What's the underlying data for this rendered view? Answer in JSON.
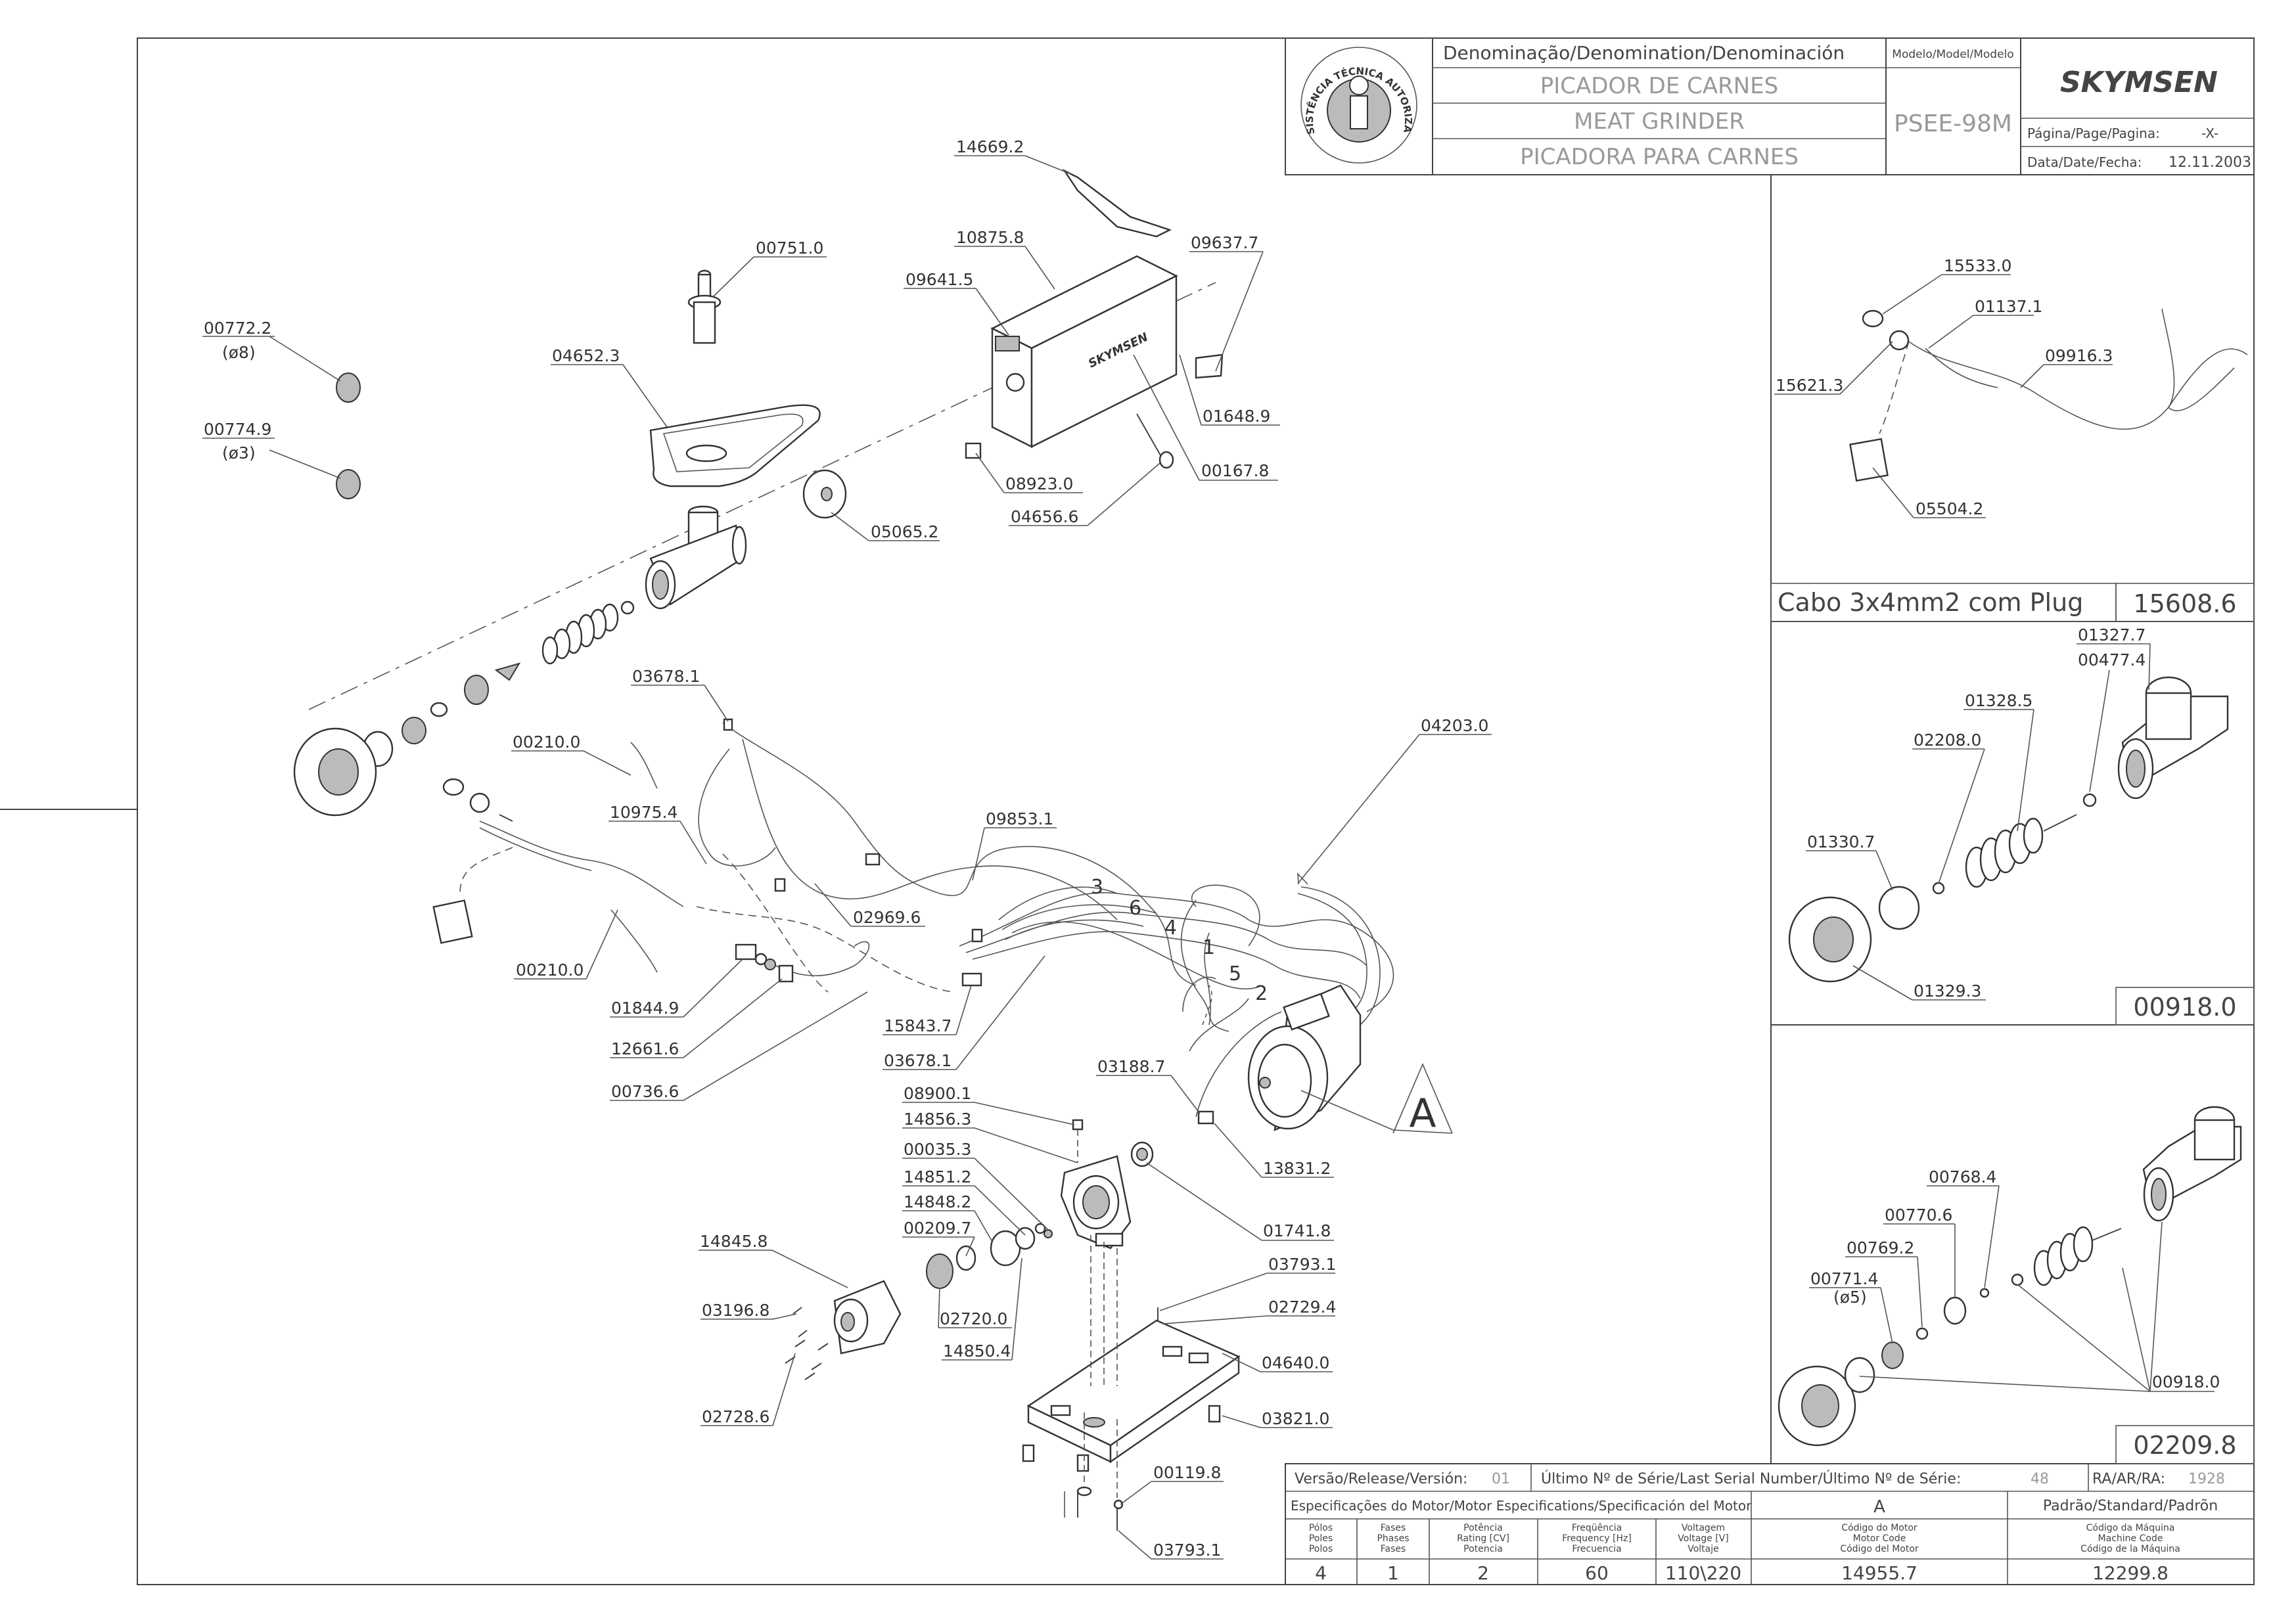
{
  "title_block": {
    "denomination_header": "Denominação/Denomination/Denominación",
    "name_pt": "PICADOR DE CARNES",
    "name_en": "MEAT GRINDER",
    "name_es": "PICADORA  PARA CARNES",
    "model_header": "Modelo/Model/Modelo",
    "model": "PSEE-98M",
    "brand": "SKYMSEN",
    "page_label": "Página/Page/Pagina:",
    "page_value": "-X-",
    "date_label": "Data/Date/Fecha:",
    "date_value": "12.11.2003",
    "seal_text": "ASSISTÊNCIA TÉCNICA AUTORIZADA"
  },
  "bottom_table": {
    "version_label": "Versão/Release/Versión:",
    "version_value": "01",
    "serial_label": "Último Nº de Série/Last Serial Number/Último Nº de Série:",
    "serial_value": "48",
    "ra_label": "RA/AR/RA:",
    "ra_value": "1928",
    "motor_spec_label": "Especificações do Motor/Motor Especifications/Specificación del Motor",
    "motor_col_a": "A",
    "standard_label": "Padrão/Standard/Padrõn",
    "headers": [
      [
        "Pólos",
        "Poles",
        "Polos"
      ],
      [
        "Fases",
        "Phases",
        "Fases"
      ],
      [
        "Potência",
        "Rating [CV]",
        "Potencia"
      ],
      [
        "Freqüência",
        "Frequency [Hz]",
        "Frecuencia"
      ],
      [
        "Voltagem",
        "Voltage [V]",
        "Voltaje"
      ],
      [
        "Código do Motor",
        "Motor Code",
        "Código del Motor"
      ],
      [
        "Código da Máquina",
        "Machine Code",
        "Código de la Máquina"
      ]
    ],
    "values": [
      "4",
      "1",
      "2",
      "60",
      "110\\220",
      "14955.7",
      "12299.8"
    ]
  },
  "panels": {
    "cable_title": "Cabo 3x4mm2 com Plug",
    "cable_code": "15608.6",
    "kit1_code": "00918.0",
    "kit2_code": "02209.8"
  },
  "motor_letter": "A",
  "wire_numbers": [
    "3",
    "6",
    "4",
    "1",
    "5",
    "2"
  ],
  "labels": {
    "p14669_2": "14669.2",
    "p10875_8": "10875.8",
    "p09637_7": "09637.7",
    "p09641_5": "09641.5",
    "p00751_0": "00751.0",
    "p00772_2": "00772.2",
    "p00772_2_sub": "(ø8)",
    "p00774_9": "00774.9",
    "p00774_9_sub": "(ø3)",
    "p04652_3": "04652.3",
    "p01648_9": "01648.9",
    "p00167_8": "00167.8",
    "p08923_0": "08923.0",
    "p04656_6": "04656.6",
    "p05065_2": "05065.2",
    "p03678_1a": "03678.1",
    "p00210_0a": "00210.0",
    "p10975_4": "10975.4",
    "p09853_1": "09853.1",
    "p02969_6": "02969.6",
    "p00210_0b": "00210.0",
    "p01844_9": "01844.9",
    "p12661_6": "12661.6",
    "p00736_6": "00736.6",
    "p15843_7": "15843.7",
    "p03678_1b": "03678.1",
    "p04203_0": "04203.0",
    "p03188_7": "03188.7",
    "p13831_2": "13831.2",
    "p01741_8": "01741.8",
    "p08900_1": "08900.1",
    "p14856_3": "14856.3",
    "p00035_3": "00035.3",
    "p14851_2": "14851.2",
    "p14848_2": "14848.2",
    "p00209_7": "00209.7",
    "p14845_8": "14845.8",
    "p03196_8": "03196.8",
    "p02720_0": "02720.0",
    "p14850_4": "14850.4",
    "p02728_6": "02728.6",
    "p03793_1a": "03793.1",
    "p02729_4": "02729.4",
    "p04640_0": "04640.0",
    "p03821_0": "03821.0",
    "p00119_8": "00119.8",
    "p03793_1b": "03793.1",
    "p15533_0": "15533.0",
    "p01137_1": "01137.1",
    "p15621_3": "15621.3",
    "p09916_3": "09916.3",
    "p05504_2": "05504.2",
    "p01327_7": "01327.7",
    "p00477_4": "00477.4",
    "p01328_5": "01328.5",
    "p02208_0": "02208.0",
    "p01330_7": "01330.7",
    "p01329_3": "01329.3",
    "p00768_4": "00768.4",
    "p00770_6": "00770.6",
    "p00769_2": "00769.2",
    "p00771_4": "00771.4",
    "p00771_4_sub": "(ø5)",
    "p00918_0": "00918.0"
  }
}
